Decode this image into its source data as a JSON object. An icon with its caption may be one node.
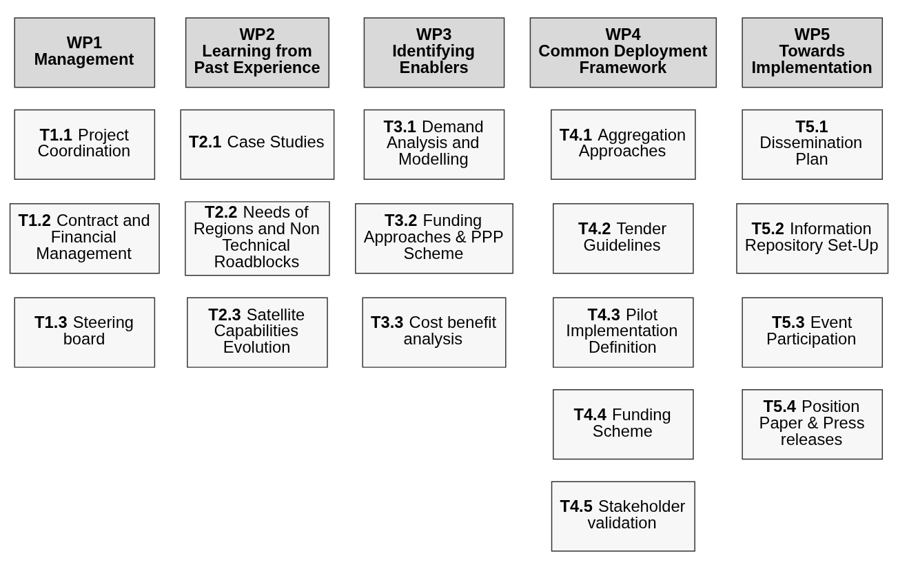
{
  "diagram": {
    "nodes": [
      {
        "text": [
          "WP1",
          "Management"
        ]
      },
      {
        "text": [
          "**T1.1** Project Coordination"
        ]
      },
      {
        "text": [
          "**T1.2** Contract and Financial Management"
        ]
      },
      {
        "text": [
          "**T1.3** Steering board"
        ]
      },
      {
        "text": [
          "WP2",
          "Learning from Past Experience"
        ]
      },
      {
        "text": [
          "**T2.1** Case Studies"
        ]
      },
      {
        "text": [
          "**T2.2** Needs of Regions and Non Technical Roadblocks"
        ]
      },
      {
        "text": [
          "**T2.3** Satellite Capabilities Evolution"
        ]
      },
      {
        "text": [
          "WP3",
          "Identifying Enablers"
        ]
      },
      {
        "text": [
          "**T3.1** Demand Analysis and Modelling"
        ]
      },
      {
        "text": [
          "**T3.2** Funding Approaches & PPP Scheme"
        ]
      },
      {
        "text": [
          "**T3.3** Cost benefit analysis"
        ]
      },
      {
        "text": [
          "WP4",
          "Common Deployment Framework"
        ]
      },
      {
        "text": [
          "**T4.1** Aggregation Approaches"
        ]
      },
      {
        "text": [
          "**T4.2** Tender Guidelines"
        ]
      },
      {
        "text": [
          "**T4.3** Pilot Implementation Definition"
        ]
      },
      {
        "text": [
          "**T4.4** Funding Scheme"
        ]
      },
      {
        "text": [
          "**T4.5** Stakeholder validation"
        ]
      },
      {
        "text": [
          "WP5",
          "Towards Implementation"
        ]
      },
      {
        "text": [
          "**T5.1** Dissemination Plan"
        ]
      },
      {
        "text": [
          "**T5.2** Information Repository Set-Up"
        ]
      },
      {
        "text": [
          "**T5.3** Event Participation"
        ]
      },
      {
        "text": [
          "**T5.4** Position Paper & Press releases"
        ]
      }
    ],
    "edges": []
  }
}
